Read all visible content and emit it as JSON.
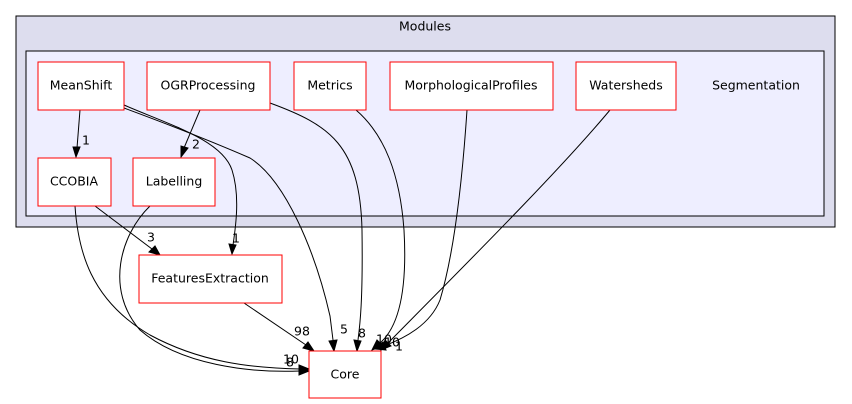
{
  "diagram": {
    "outer_cluster": {
      "label": "Modules"
    },
    "inner_cluster": {
      "label": "Segmentation"
    },
    "nodes": {
      "meanshift": "MeanShift",
      "ogrprocessing": "OGRProcessing",
      "metrics": "Metrics",
      "morphologicalprofiles": "MorphologicalProfiles",
      "watersheds": "Watersheds",
      "ccobia": "CCOBIA",
      "labelling": "Labelling",
      "featuresextraction": "FeaturesExtraction",
      "core": "Core"
    },
    "edge_labels": {
      "meanshift_ccobia": "1",
      "ogrprocessing_labelling": "2",
      "ccobia_featuresextraction": "3",
      "meanshift_featuresextraction": "1",
      "featuresextraction_core": "98",
      "meanshift_core": "5",
      "ogrprocessing_core": "8",
      "metrics_core": "10",
      "morphologicalprofiles_core": "10",
      "watersheds_core": "1",
      "ccobia_core": "10",
      "labelling_core": "8"
    },
    "colors": {
      "outer_cluster_fill": "#ddddee",
      "inner_cluster_fill": "#eeeeff",
      "node_border": "#ff0000",
      "edge": "#000000"
    }
  }
}
